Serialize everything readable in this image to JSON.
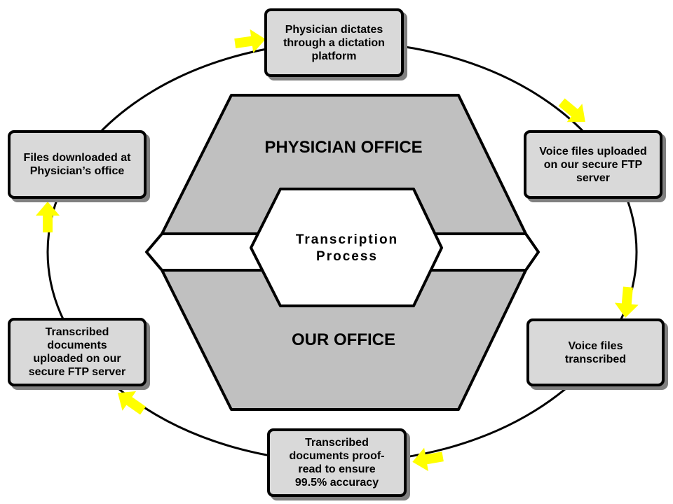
{
  "colors": {
    "box_fill": "#d9d9d9",
    "hex_fill": "#c0c0c0",
    "arrow": "#ffff00",
    "outline": "#000000"
  },
  "center": {
    "top_region": "PHYSICIAN OFFICE",
    "bottom_region": "OUR OFFICE",
    "core_label": "Transcription\nProcess"
  },
  "steps": [
    {
      "text": "Physician dictates\nthrough a dictation\nplatform"
    },
    {
      "text": "Voice files uploaded\non our secure FTP\nserver"
    },
    {
      "text": "Voice files\ntranscribed"
    },
    {
      "text": "Transcribed\ndocuments proof-\nread to ensure\n99.5% accuracy"
    },
    {
      "text": "Transcribed\ndocuments\nuploaded on our\nsecure FTP server"
    },
    {
      "text": "Files downloaded at\nPhysician’s office"
    }
  ]
}
